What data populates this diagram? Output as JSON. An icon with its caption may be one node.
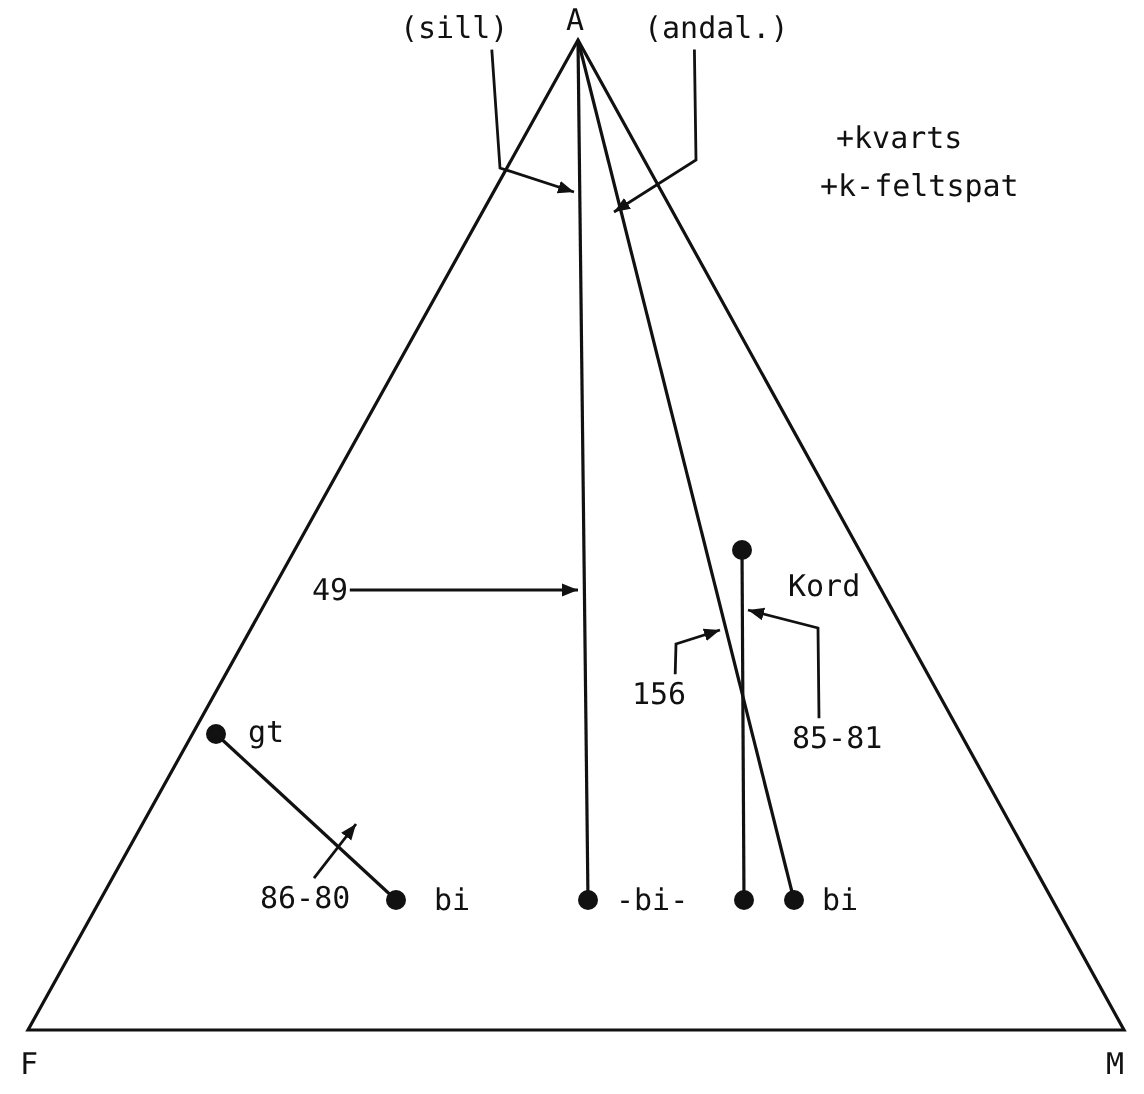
{
  "diagram": {
    "nodes": [
      {
        "text": [
          "(sill)"
        ]
      },
      {
        "text": [
          "(andal.)"
        ]
      },
      {
        "text": [
          "49"
        ]
      },
      {
        "text": [
          "156"
        ]
      },
      {
        "text": [
          "85-81"
        ]
      },
      {
        "text": [
          "86-80"
        ]
      }
    ],
    "edges": [
      {
        "from": 0,
        "to": null,
        "arrow": "to"
      },
      {
        "from": 1,
        "to": null,
        "arrow": "to"
      },
      {
        "from": 2,
        "to": null,
        "arrow": "to"
      },
      {
        "from": 3,
        "to": null,
        "arrow": "to"
      },
      {
        "from": 4,
        "to": null,
        "arrow": "to"
      },
      {
        "from": 5,
        "to": null,
        "arrow": "to"
      }
    ],
    "labels": [
      "A",
      "+kvarts",
      "+k-feltspat",
      "Kord",
      "gt",
      "bi",
      "-bi-",
      "bi",
      "F",
      "M"
    ]
  }
}
